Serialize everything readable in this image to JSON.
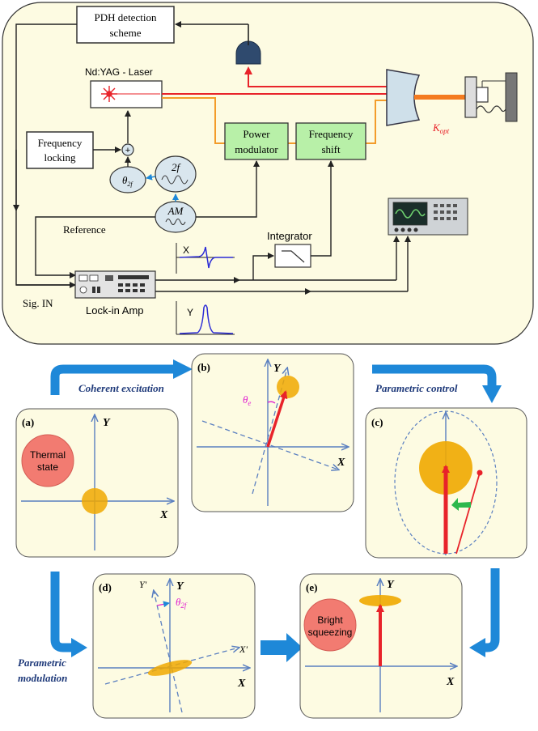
{
  "setup": {
    "pdh_label_1": "PDH detection",
    "pdh_label_2": "scheme",
    "laser_label": "Nd:YAG - Laser",
    "freq_locking_1": "Frequency",
    "freq_locking_2": "locking",
    "power_mod_1": "Power",
    "power_mod_2": "modulator",
    "freq_shift_1": "Frequency",
    "freq_shift_2": "shift",
    "kopt_main": "K",
    "kopt_sub": "opt",
    "theta2f_main": "θ",
    "theta2f_sub": "2f",
    "twof_label": "2f",
    "am_label": "AM",
    "reference_label": "Reference",
    "integrator_label": "Integrator",
    "lockin_label": "Lock-in Amp",
    "sigin_label": "Sig. IN",
    "x_plot_label": "X",
    "y_plot_label": "Y",
    "plus_sign": "+"
  },
  "arrows": {
    "coherent": "Coherent excitation",
    "parametric_control": "Parametric control",
    "param_mod_1": "Parametric",
    "param_mod_2": "modulation"
  },
  "panels": {
    "a": {
      "tag": "(a)",
      "state_1": "Thermal",
      "state_2": "state",
      "x": "X",
      "y": "Y"
    },
    "b": {
      "tag": "(b)",
      "theta_main": "θ",
      "theta_sub": "e",
      "x": "X",
      "y": "Y"
    },
    "c": {
      "tag": "(c)"
    },
    "d": {
      "tag": "(d)",
      "theta_main": "θ",
      "theta_sub": "2f",
      "x": "X",
      "y": "Y",
      "xp": "X'",
      "yp": "Y'"
    },
    "e": {
      "tag": "(e)",
      "state_1": "Bright",
      "state_2": "squeezing",
      "x": "X",
      "y": "Y"
    }
  },
  "colors": {
    "panel_bg": "#fdfbe2",
    "green_box": "#b8f0a8",
    "blue_arrow": "#1e88d8",
    "red": "#e8232a",
    "orange": "#f0a800",
    "salmon": "#f27b71",
    "axis": "#5a7fc0"
  }
}
